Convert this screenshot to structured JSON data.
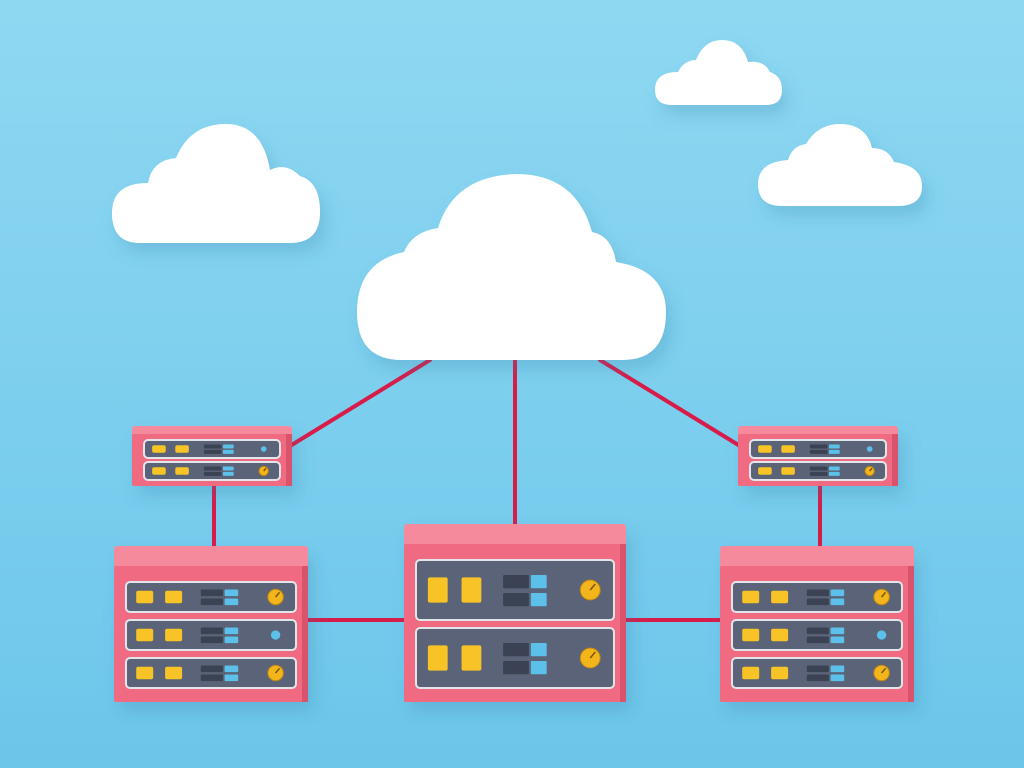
{
  "scene": {
    "background_top": "#8fd8f2",
    "background_bottom": "#6cc6ea",
    "cloud_color": "#ffffff",
    "cloud_shade": "#e8edf2",
    "link_color": "#d81c4a",
    "server_body": "#f06a82",
    "server_top": "#f58a9d",
    "server_side": "#d9536c",
    "panel_color": "#5a6477",
    "panel_border": "#e2e5ea",
    "led_color": "#f7c325",
    "slot_dark": "#3b4252",
    "slot_light": "#5bc0ea",
    "dial_color": "#f3b51d"
  },
  "diagram": {
    "nodes": [
      {
        "id": "central-cloud",
        "kind": "cloud"
      },
      {
        "id": "small-server-left",
        "kind": "server",
        "units": 2
      },
      {
        "id": "small-server-right",
        "kind": "server",
        "units": 2
      },
      {
        "id": "large-server-left",
        "kind": "server",
        "units": 3
      },
      {
        "id": "large-server-center",
        "kind": "server",
        "units": 2
      },
      {
        "id": "large-server-right",
        "kind": "server",
        "units": 3
      }
    ],
    "links": [
      {
        "from": "central-cloud",
        "to": "small-server-left"
      },
      {
        "from": "central-cloud",
        "to": "large-server-center"
      },
      {
        "from": "central-cloud",
        "to": "small-server-right"
      },
      {
        "from": "small-server-left",
        "to": "large-server-left"
      },
      {
        "from": "small-server-right",
        "to": "large-server-right"
      },
      {
        "from": "large-server-left",
        "to": "large-server-center"
      },
      {
        "from": "large-server-center",
        "to": "large-server-right"
      }
    ]
  }
}
